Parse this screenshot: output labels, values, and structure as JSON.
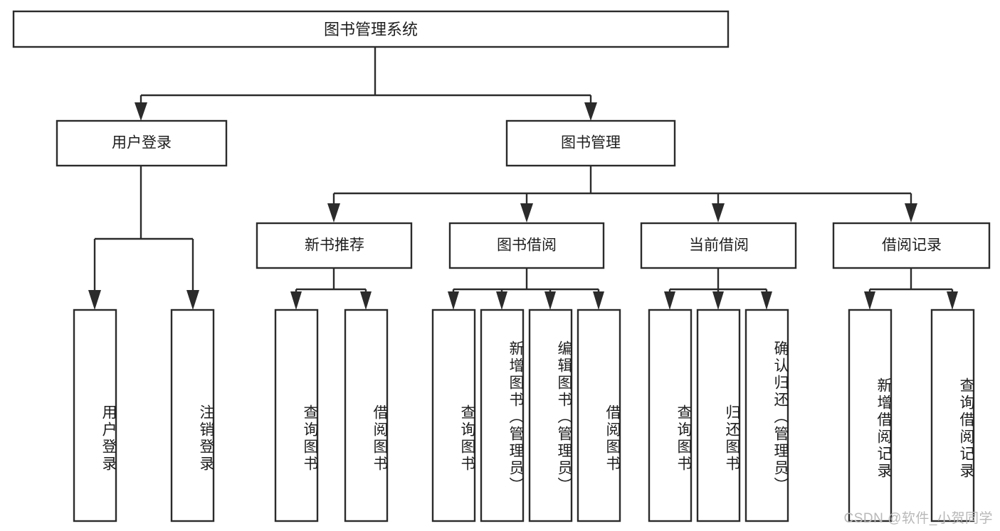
{
  "diagram": {
    "title": "图书管理系统",
    "type": "tree-hierarchy",
    "root": {
      "label": "图书管理系统"
    },
    "level2": [
      {
        "label": "用户登录"
      },
      {
        "label": "图书管理"
      }
    ],
    "level3": [
      {
        "label": "新书推荐"
      },
      {
        "label": "图书借阅"
      },
      {
        "label": "当前借阅"
      },
      {
        "label": "借阅记录"
      }
    ],
    "leaves": {
      "user_login": [
        {
          "label": "用户登录"
        },
        {
          "label": "注销登录"
        }
      ],
      "new_book_recommend": [
        {
          "label": "查询图书"
        },
        {
          "label": "借阅图书"
        }
      ],
      "book_borrow": [
        {
          "label": "查询图书"
        },
        {
          "label": "新增图书（管理员）"
        },
        {
          "label": "编辑图书（管理员）"
        },
        {
          "label": "借阅图书"
        }
      ],
      "current_borrow": [
        {
          "label": "查询图书"
        },
        {
          "label": "归还图书"
        },
        {
          "label": "确认归还（管理员）"
        }
      ],
      "borrow_record": [
        {
          "label": "新增借阅记录"
        },
        {
          "label": "查询借阅记录"
        }
      ]
    }
  },
  "watermark": {
    "text": "CSDN @软件_小贺同学"
  },
  "colors": {
    "box_stroke": "#2b2b2b",
    "box_fill": "#ffffff",
    "text": "#1d1d1d",
    "watermark": "#b8b8b8",
    "background": "#ffffff"
  }
}
